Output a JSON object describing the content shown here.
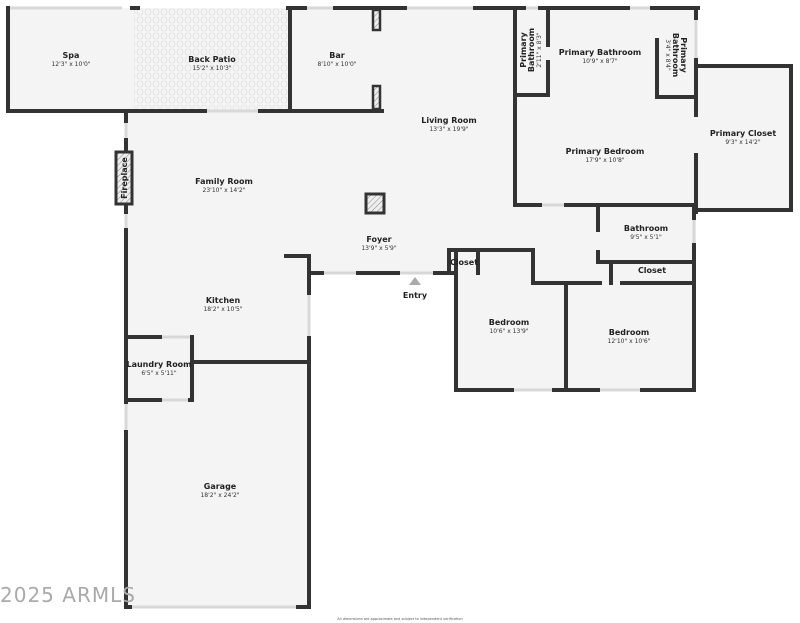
{
  "colors": {
    "wall": "#333333",
    "floor": "#f4f4f4",
    "window": "#d8d8d8",
    "watermark": "#aaaaaa"
  },
  "rooms": {
    "spa": {
      "name": "Spa",
      "dims": "12'3\" x 10'0\""
    },
    "back_patio": {
      "name": "Back Patio",
      "dims": "15'2\" x 10'3\""
    },
    "bar": {
      "name": "Bar",
      "dims": "8'10\" x 10'0\""
    },
    "living_room": {
      "name": "Living Room",
      "dims": "13'3\" x 19'9\""
    },
    "primary_bathroom_small": {
      "name1": "Primary",
      "name2": "Bathroom",
      "dims": "2'11\" x 8'3\""
    },
    "primary_bathroom": {
      "name": "Primary Bathroom",
      "dims": "10'9\" x 8'7\""
    },
    "primary_bathroom_right": {
      "name1": "Primary",
      "name2": "Bathroom",
      "dims": "3'4\" x 8'4\""
    },
    "primary_closet": {
      "name": "Primary Closet",
      "dims": "9'3\" x 14'2\""
    },
    "primary_bedroom": {
      "name": "Primary Bedroom",
      "dims": "17'9\" x 10'8\""
    },
    "family_room": {
      "name": "Family Room",
      "dims": "23'10\" x 14'2\""
    },
    "fireplace": {
      "name": "Fireplace"
    },
    "foyer": {
      "name": "Foyer",
      "dims": "13'9\" x 5'9\""
    },
    "closet_foyer": {
      "name": "Closet"
    },
    "bathroom": {
      "name": "Bathroom",
      "dims": "9'5\" x 5'1\""
    },
    "closet_hall": {
      "name": "Closet"
    },
    "kitchen": {
      "name": "Kitchen",
      "dims": "18'2\" x 10'5\""
    },
    "bedroom_left": {
      "name": "Bedroom",
      "dims": "10'6\" x 13'9\""
    },
    "bedroom_right": {
      "name": "Bedroom",
      "dims": "12'10\" x 10'6\""
    },
    "laundry_room": {
      "name": "Laundry Room",
      "dims": "6'5\" x 5'11\""
    },
    "garage": {
      "name": "Garage",
      "dims": "18'2\" x 24'2\""
    }
  },
  "entry_label": "Entry",
  "watermark": "2025 ARMLS",
  "disclaimer": "All dimensions are approximate and subject to independent verification"
}
